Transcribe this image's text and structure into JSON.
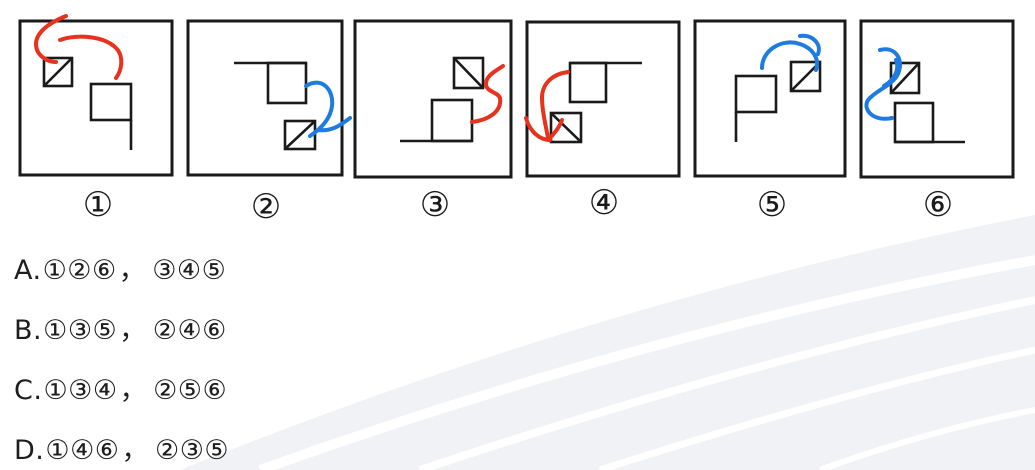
{
  "figures": [
    {
      "label": "①"
    },
    {
      "label": "②"
    },
    {
      "label": "③"
    },
    {
      "label": "④"
    },
    {
      "label": "⑤"
    },
    {
      "label": "⑥"
    }
  ],
  "options": [
    {
      "letter": "A.",
      "group1": "①②⑥",
      "sep": "，",
      "group2": "③④⑤"
    },
    {
      "letter": "B.",
      "group1": "①③⑤",
      "sep": "，",
      "group2": "②④⑥"
    },
    {
      "letter": "C.",
      "group1": "①③④",
      "sep": "，",
      "group2": "②⑤⑥"
    },
    {
      "letter": "D.",
      "group1": "①④⑥",
      "sep": "，",
      "group2": "②③⑤"
    }
  ],
  "colors": {
    "stroke": "#1a1a1a",
    "annotation_red": "#e8321e",
    "annotation_blue": "#1e7be0",
    "swoosh": "#eef0f3"
  }
}
